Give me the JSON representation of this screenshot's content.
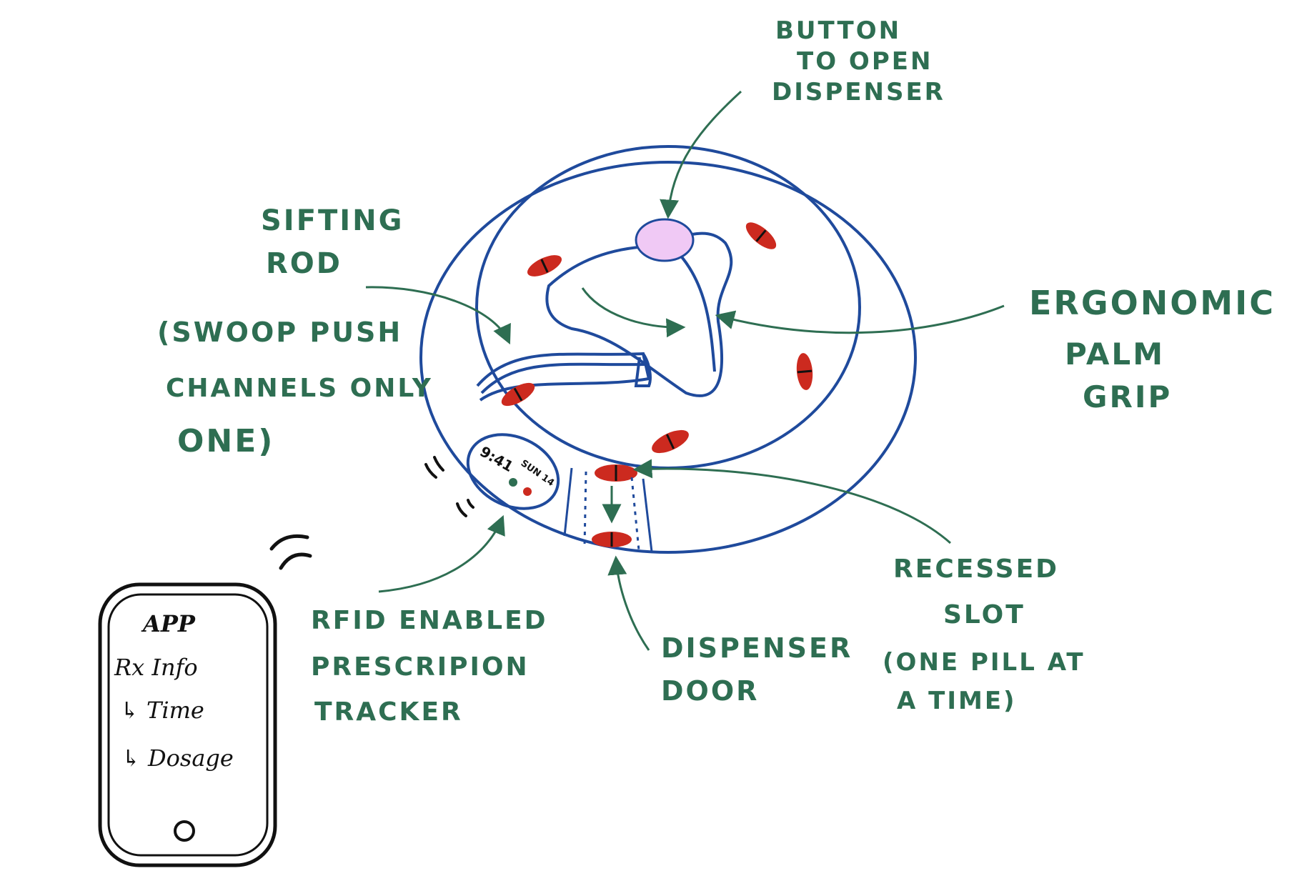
{
  "colors": {
    "outline": "#1f4a9c",
    "label": "#2e6e52",
    "pill": "#cc2a1f",
    "button": "#f0c9f5",
    "ink": "#111111"
  },
  "labels": {
    "button_line1": "BUTTON",
    "button_line2": "TO OPEN",
    "button_line3": "DISPENSER",
    "sifting_line1": "SIFTING",
    "sifting_line2": "ROD",
    "swoop_line1": "(SWOOP PUSH",
    "swoop_line2": "CHANNELS ONLY",
    "swoop_line3": "ONE)",
    "ergonomic_line1": "ERGONOMIC",
    "ergonomic_line2": "PALM",
    "ergonomic_line3": "GRIP",
    "rfid_line1": "RFID ENABLED",
    "rfid_line2": "PRESCRIPION",
    "rfid_line3": "TRACKER",
    "door_line1": "DISPENSER",
    "door_line2": "DOOR",
    "slot_line1": "RECESSED",
    "slot_line2": "SLOT",
    "slot_line3": "(ONE PILL AT",
    "slot_line4": "A TIME)"
  },
  "display": {
    "time": "9:41",
    "day": "SUN 14"
  },
  "phone": {
    "title": "APP",
    "item1": "Rx Info",
    "item2": "↳ Time",
    "item3": "↳ Dosage"
  }
}
